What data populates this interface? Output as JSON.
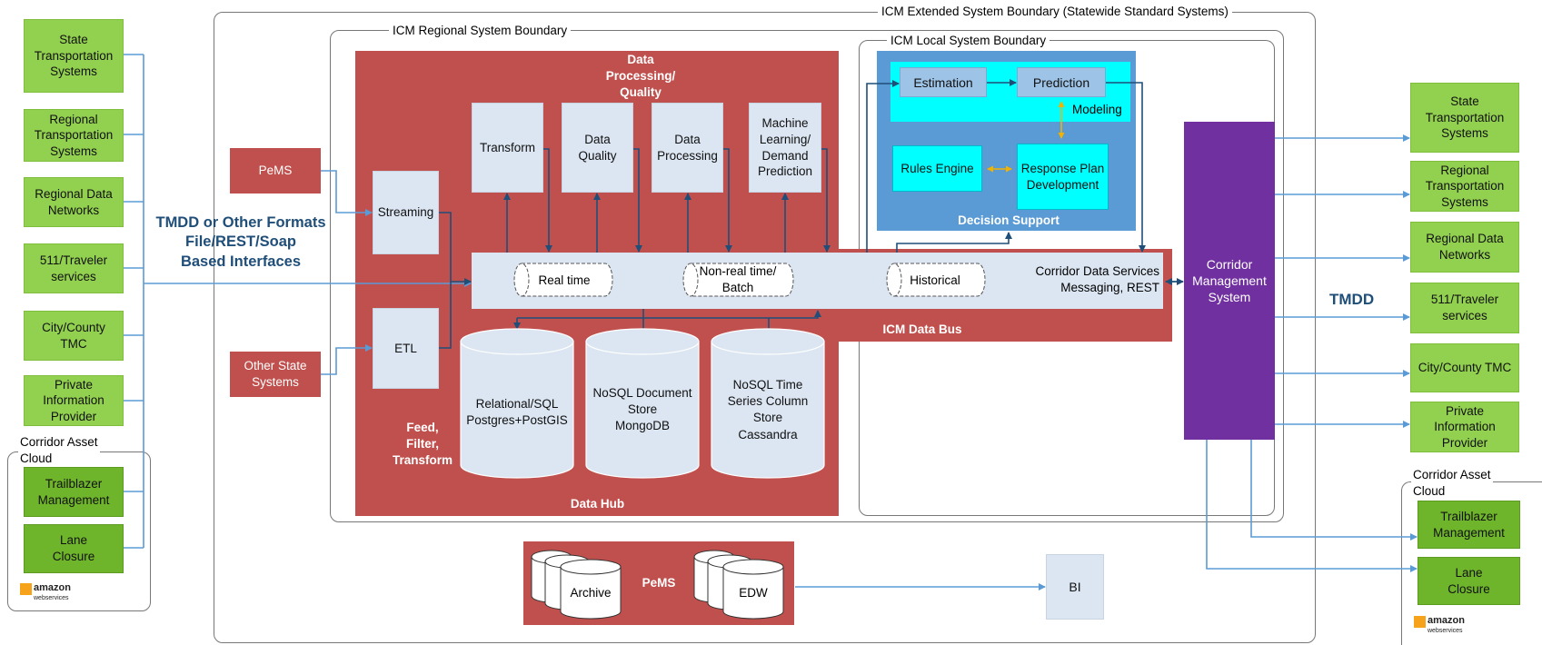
{
  "boundaries": {
    "extended": "ICM Extended System Boundary (Statewide Standard Systems)",
    "regional": "ICM Regional System Boundary",
    "local": "ICM Local System Boundary"
  },
  "left_sources": [
    "State\nTransportation\nSystems",
    "Regional\nTransportation\nSystems",
    "Regional Data\nNetworks",
    "511/Traveler\nservices",
    "City/County\nTMC",
    "Private\nInformation\nProvider"
  ],
  "left_cloud": {
    "label": "Corridor Asset\nCloud",
    "items": [
      "Trailblazer\nManagement",
      "Lane\nClosure"
    ],
    "aws": "amazon",
    "aws_sub": "webservices"
  },
  "interface_label": "TMDD or Other Formats\nFile/REST/Soap\nBased Interfaces",
  "inputs": {
    "pems": "PeMS",
    "other_state": "Other State\nSystems"
  },
  "data_hub": {
    "title": "Data Hub",
    "processing_title": "Data\nProcessing/\nQuality",
    "feed_label": "Feed,\nFilter,\nTransform",
    "streaming": "Streaming",
    "etl": "ETL",
    "processors": [
      "Transform",
      "Data\nQuality",
      "Data\nProcessing",
      "Machine\nLearning/\nDemand\nPrediction"
    ],
    "stores": [
      "Relational/SQL\nPostgres+PostGIS",
      "NoSQL Document\nStore\nMongoDB",
      "NoSQL Time\nSeries Column\nStore\nCassandra"
    ]
  },
  "bus": {
    "realtime": "Real time",
    "batch": "Non-real time/\nBatch",
    "historical": "Historical",
    "services": "Corridor Data Services\nMessaging, REST",
    "title": "ICM Data Bus"
  },
  "decision_support": {
    "title": "Decision Support",
    "estimation": "Estimation",
    "prediction": "Prediction",
    "modeling": "Modeling",
    "rules_engine": "Rules Engine",
    "response_plan": "Response Plan\nDevelopment"
  },
  "cms": "Corridor\nManagement\nSystem",
  "tmdd_label": "TMDD",
  "right_targets": [
    "State\nTransportation\nSystems",
    "Regional\nTransportation\nSystems",
    "Regional Data\nNetworks",
    "511/Traveler\nservices",
    "City/County TMC",
    "Private\nInformation\nProvider"
  ],
  "right_cloud": {
    "label": "Corridor Asset\nCloud",
    "items": [
      "Trailblazer\nManagement",
      "Lane\nClosure"
    ],
    "aws": "amazon",
    "aws_sub": "webservices"
  },
  "pems_archive": {
    "title": "PeMS",
    "archive": "Archive",
    "edw": "EDW"
  },
  "bi": "BI"
}
